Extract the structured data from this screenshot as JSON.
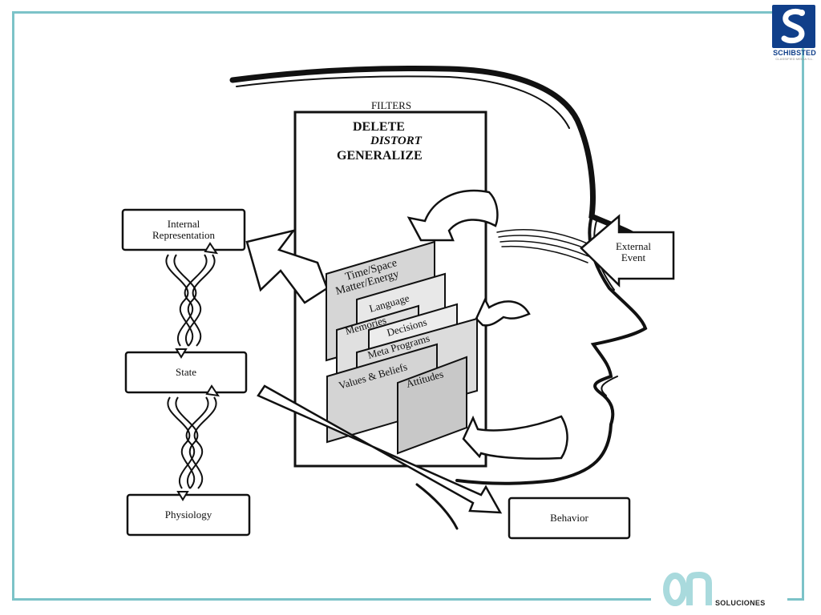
{
  "logo": {
    "brand": "SCHIBSTED",
    "brand_sub": "CLASSIFIED MEDIA S.L.",
    "footer_mark": "on",
    "footer_text": "SOLUCIONES"
  },
  "diagram": {
    "filters_title": "FILTERS",
    "delete": "DELETE",
    "distort": "DISTORT",
    "generalize": "GENERALIZE",
    "internal_rep_line1": "Internal",
    "internal_rep_line2": "Representation",
    "state": "State",
    "physiology": "Physiology",
    "behavior": "Behavior",
    "external_line1": "External",
    "external_line2": "Event",
    "cards": {
      "time_line1": "Time/Space",
      "time_line2": "Matter/Energy",
      "language": "Language",
      "memories": "Memories",
      "decisions": "Decisions",
      "meta_programs": "Meta Programs",
      "values_beliefs": "Values & Beliefs",
      "attitudes": "Attitudes"
    }
  },
  "colors": {
    "frame": "#7cc3c8",
    "brand": "#103f8a",
    "footer_mark": "#a9dadd"
  }
}
